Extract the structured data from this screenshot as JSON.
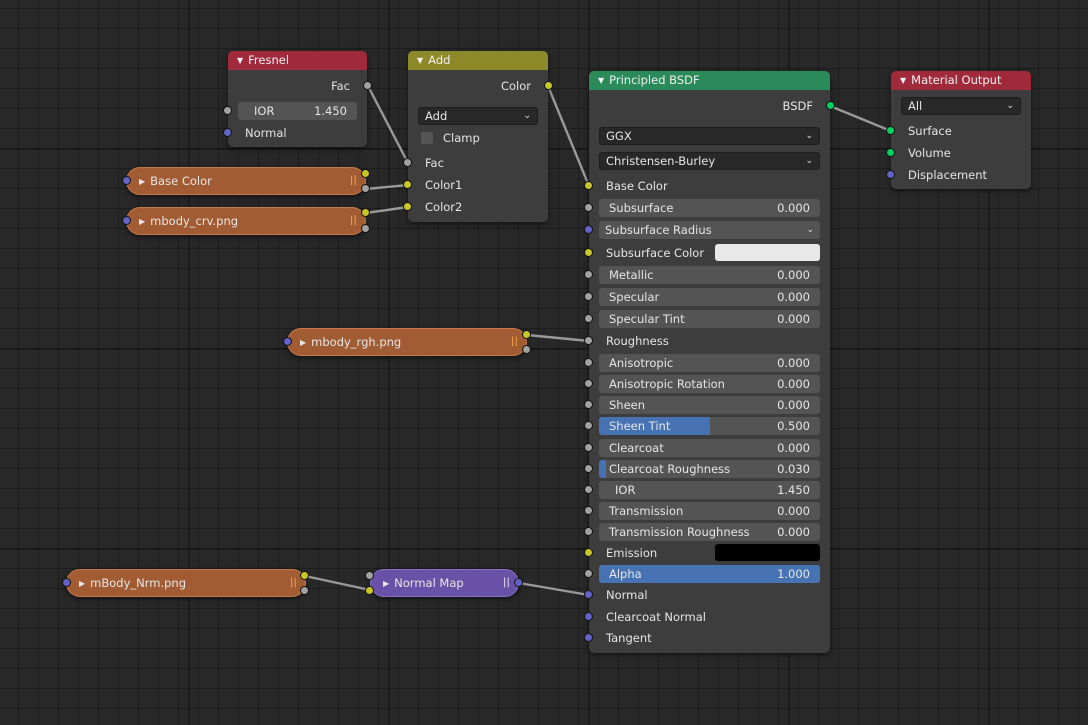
{
  "fresnel": {
    "title": "Fresnel",
    "outputs": [
      "Fac"
    ],
    "ior": {
      "label": "IOR",
      "value": "1.450"
    },
    "normal_label": "Normal"
  },
  "add": {
    "title": "Add",
    "output": "Color",
    "blend_mode": "Add",
    "clamp_label": "Clamp",
    "inputs": [
      "Fac",
      "Color1",
      "Color2"
    ]
  },
  "bsdf": {
    "title": "Principled BSDF",
    "output": "BSDF",
    "distribution": "GGX",
    "subsurface_method": "Christensen-Burley",
    "base_color": "Base Color",
    "subsurface": {
      "label": "Subsurface",
      "value": "0.000"
    },
    "subsurface_radius": "Subsurface Radius",
    "subsurface_color": "Subsurface Color",
    "metallic": {
      "label": "Metallic",
      "value": "0.000"
    },
    "specular": {
      "label": "Specular",
      "value": "0.000"
    },
    "specular_tint": {
      "label": "Specular Tint",
      "value": "0.000"
    },
    "roughness": "Roughness",
    "anisotropic": {
      "label": "Anisotropic",
      "value": "0.000"
    },
    "anisotropic_rotation": {
      "label": "Anisotropic Rotation",
      "value": "0.000"
    },
    "sheen": {
      "label": "Sheen",
      "value": "0.000"
    },
    "sheen_tint": {
      "label": "Sheen Tint",
      "value": "0.500",
      "fraction": 0.5
    },
    "clearcoat": {
      "label": "Clearcoat",
      "value": "0.000"
    },
    "clearcoat_roughness": {
      "label": "Clearcoat Roughness",
      "value": "0.030",
      "fraction": 0.03
    },
    "ior": {
      "label": "IOR",
      "value": "1.450"
    },
    "transmission": {
      "label": "Transmission",
      "value": "0.000"
    },
    "transmission_roughness": {
      "label": "Transmission Roughness",
      "value": "0.000"
    },
    "emission": "Emission",
    "alpha": {
      "label": "Alpha",
      "value": "1.000",
      "fraction": 1.0
    },
    "normal": "Normal",
    "clearcoat_normal": "Clearcoat Normal",
    "tangent": "Tangent"
  },
  "material_output": {
    "title": "Material Output",
    "target": "All",
    "inputs": [
      "Surface",
      "Volume",
      "Displacement"
    ]
  },
  "collapsed": {
    "base_color": "Base Color",
    "crv": "mbody_crv.png",
    "rgh": "mbody_rgh.png",
    "nrm": "mBody_Nrm.png",
    "normal_map": "Normal Map"
  },
  "colors": {
    "socket_grey": "#a1a1a1",
    "socket_yellow": "#c7c729",
    "socket_purple": "#6363c7",
    "socket_green": "#00d161",
    "field_fill": "#4772b3",
    "subsurface_color": "#e8e8e8",
    "emission_color": "#000000"
  }
}
